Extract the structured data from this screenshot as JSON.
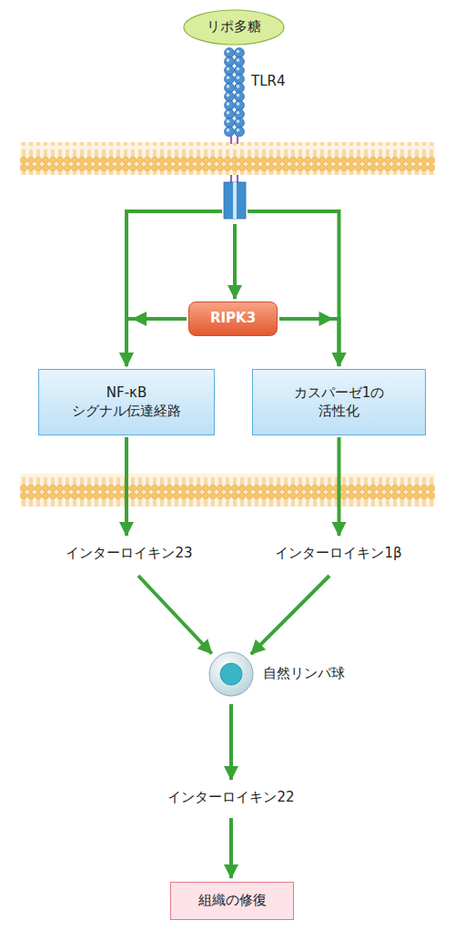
{
  "diagram": {
    "nodes": [
      {
        "text": [
          "リポ多糖"
        ]
      },
      {
        "text": [
          "TLR4"
        ]
      },
      {
        "text": [
          "RIPK3"
        ]
      },
      {
        "text": [
          "NF-κB シグナル伝達経路"
        ]
      },
      {
        "text": [
          "カスパーゼ1の 活性化"
        ]
      },
      {
        "text": [
          "インターロイキン23"
        ]
      },
      {
        "text": [
          "インターロイキン1β"
        ]
      },
      {
        "text": [
          "自然リンパ球"
        ]
      },
      {
        "text": [
          "インターロイキン22"
        ]
      },
      {
        "text": [
          "組織の修復"
        ]
      }
    ],
    "edges": [
      {
        "from": 1,
        "to": 3,
        "arrow": "to"
      },
      {
        "from": 1,
        "to": 2,
        "arrow": "to"
      },
      {
        "from": 1,
        "to": 4,
        "arrow": "to"
      },
      {
        "from": 2,
        "to": 3,
        "arrow": "to"
      },
      {
        "from": 2,
        "to": 4,
        "arrow": "to"
      },
      {
        "from": 3,
        "to": 5,
        "arrow": "to"
      },
      {
        "from": 4,
        "to": 6,
        "arrow": "to"
      },
      {
        "from": 5,
        "to": 7,
        "arrow": "to"
      },
      {
        "from": 6,
        "to": 7,
        "arrow": "to"
      },
      {
        "from": 7,
        "to": 8,
        "arrow": "to"
      },
      {
        "from": 8,
        "to": 9,
        "arrow": "to"
      }
    ]
  }
}
